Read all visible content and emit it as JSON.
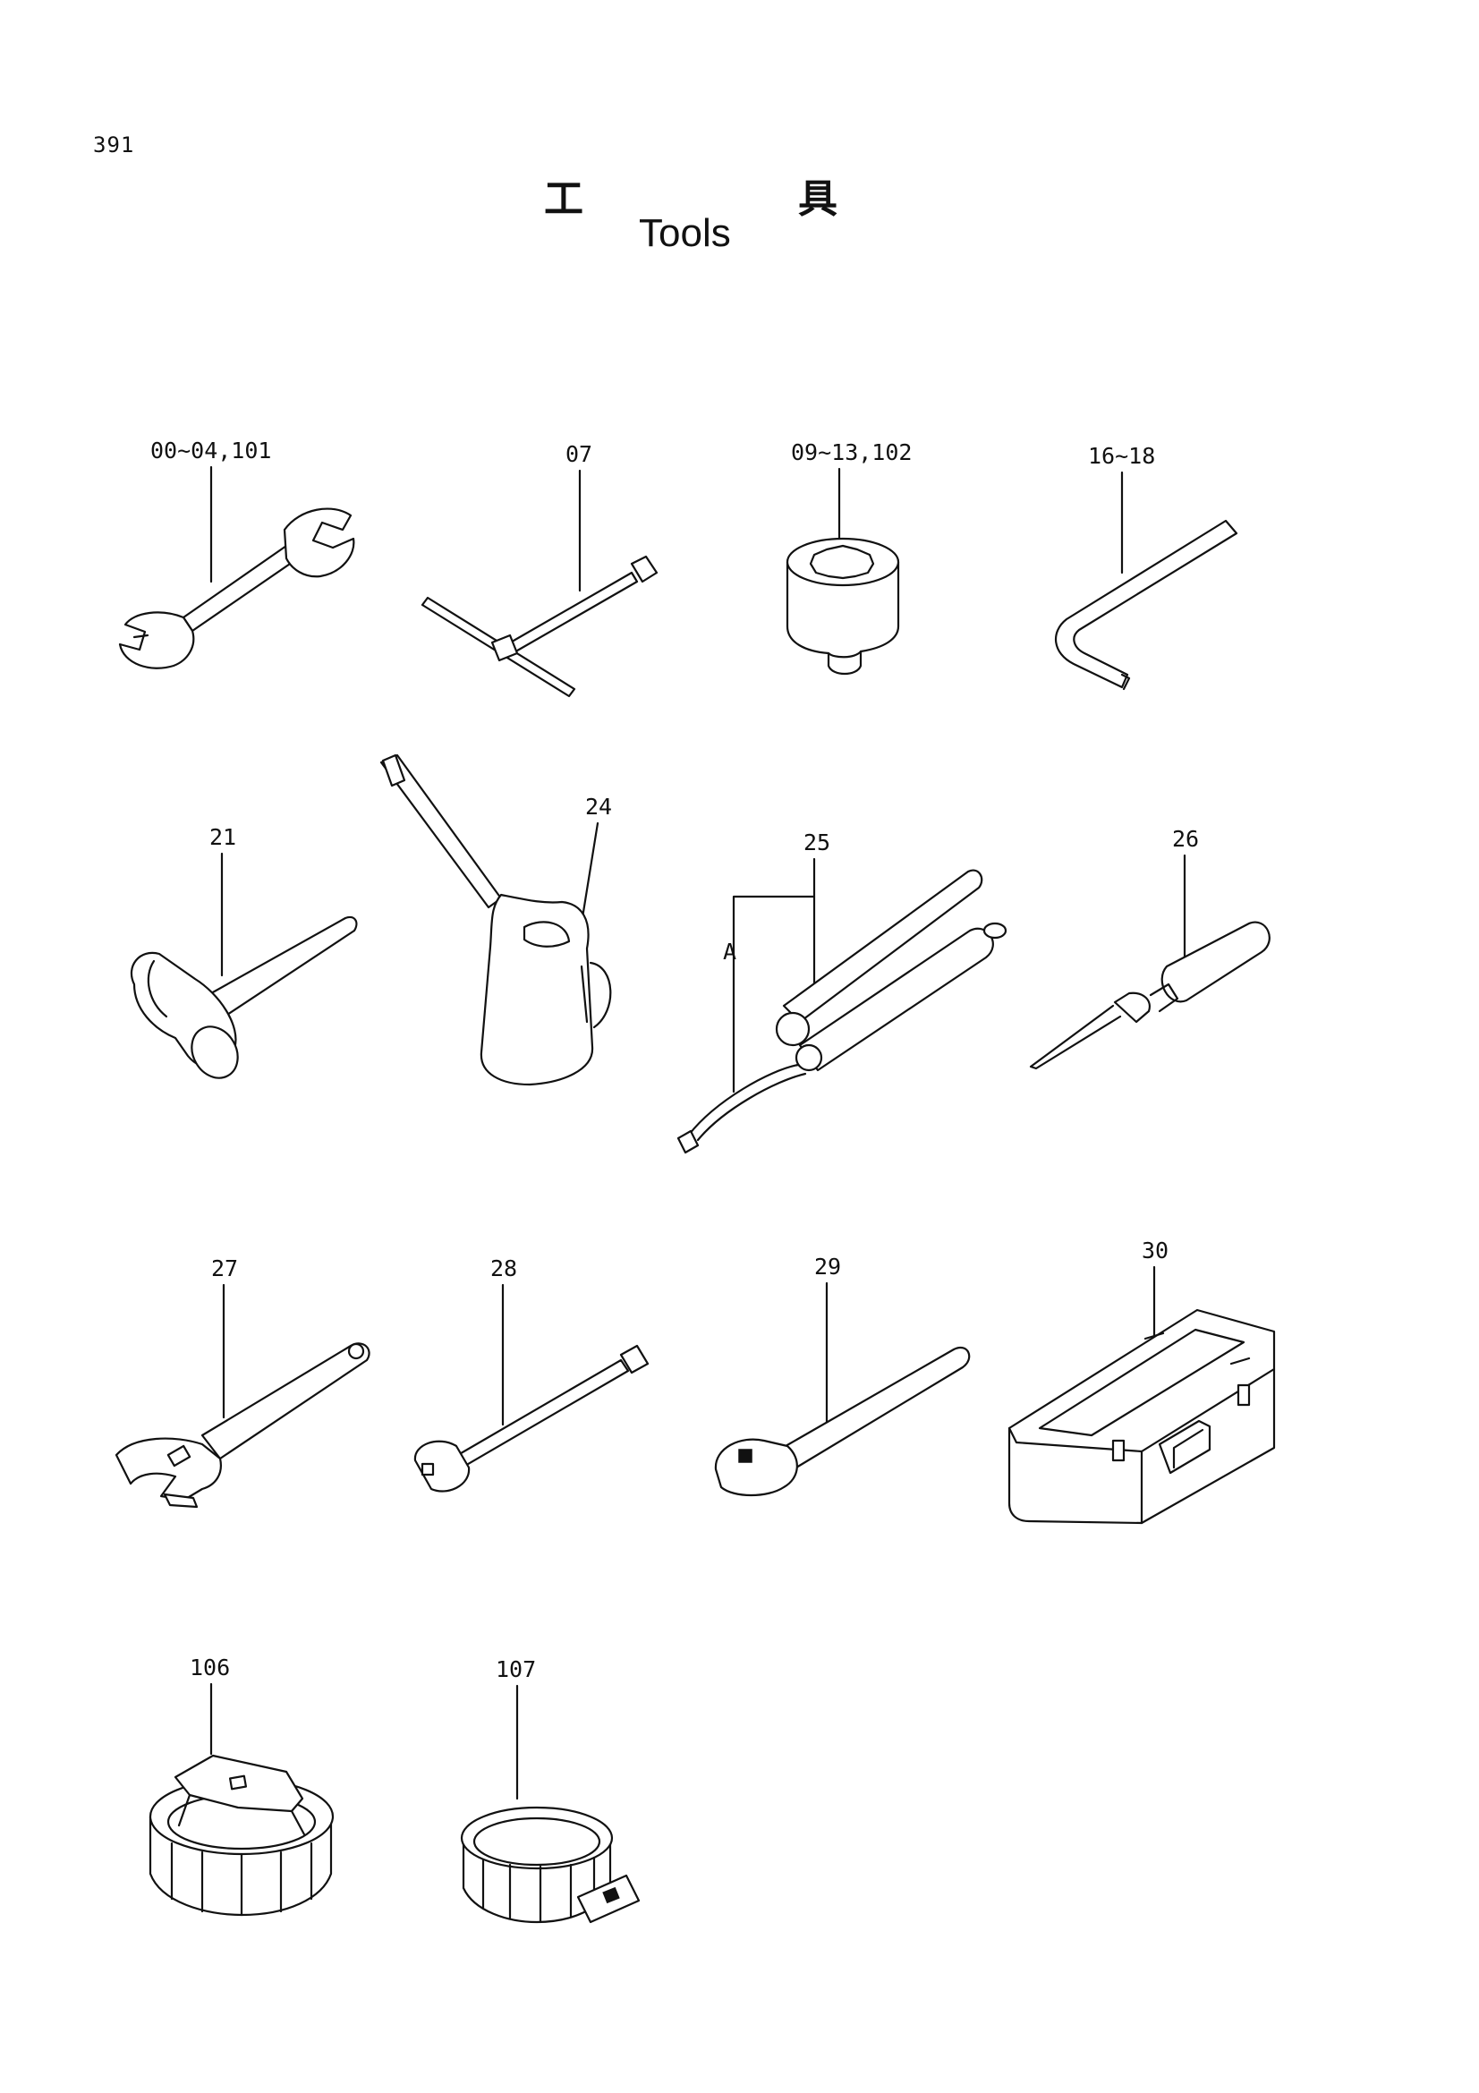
{
  "page_number": "391",
  "title_ja_1": "工",
  "title_ja_2": "具",
  "title_en": "Tools",
  "callouts": {
    "wrench": "00~04,101",
    "t_handle": "07",
    "socket": "09~13,102",
    "hex_key": "16~18",
    "hammer": "21",
    "oil_can": "24",
    "grease_gun": "25",
    "grease_gun_sub": "A",
    "screwdriver": "26",
    "adjustable_wrench": "27",
    "extension_bar": "28",
    "ratchet": "29",
    "tool_box": "30",
    "filter_wrench_106": "106",
    "filter_wrench_107": "107"
  }
}
